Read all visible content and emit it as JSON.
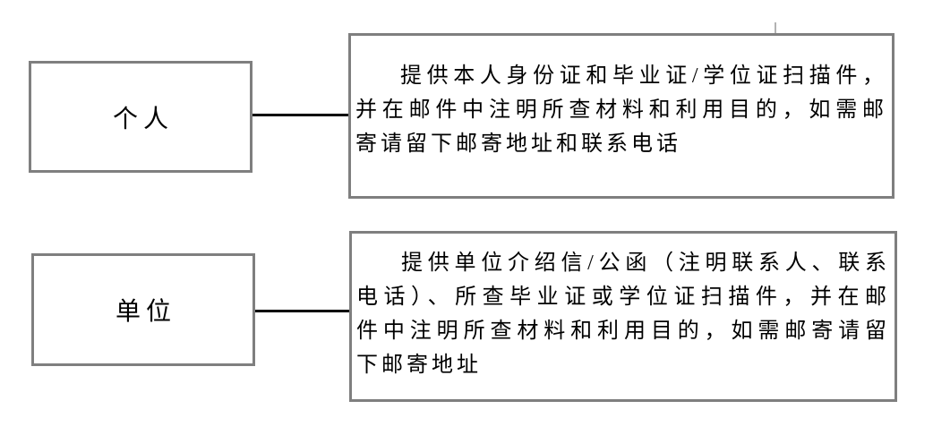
{
  "colors": {
    "background": "#ffffff",
    "box_border": "#7f7f7f",
    "connector": "#000000",
    "text": "#000000",
    "tick_mark": "#b3b3b3"
  },
  "diagram": {
    "nodes": [
      {
        "id": "individual",
        "label": "个人"
      },
      {
        "id": "organization",
        "label": "单位"
      }
    ],
    "details": [
      {
        "for": "individual",
        "full_text": "提供本人身份证和毕业证/学位证扫描件，并在邮件中注明所查材料和利用目的，如需邮寄请留下邮寄地址和联系电话",
        "lines": [
          "提供本人身份证和毕业证/学位证扫描件，",
          "并在邮件中注明所查材料和利用目的，如需邮",
          "寄请留下邮寄地址和联系电话"
        ]
      },
      {
        "for": "organization",
        "full_text": "提供单位介绍信/公函（注明联系人、联系电话）、所查毕业证或学位证扫描件，并在邮件中注明所查材料和利用目的，如需邮寄请留下邮寄地址",
        "lines": [
          "提供单位介绍信/公函（注明联系人、联系",
          "电话）、所查毕业证或学位证扫描件，并在邮",
          "件中注明所查材料和利用目的，如需邮寄请留",
          "下邮寄地址"
        ]
      }
    ]
  }
}
